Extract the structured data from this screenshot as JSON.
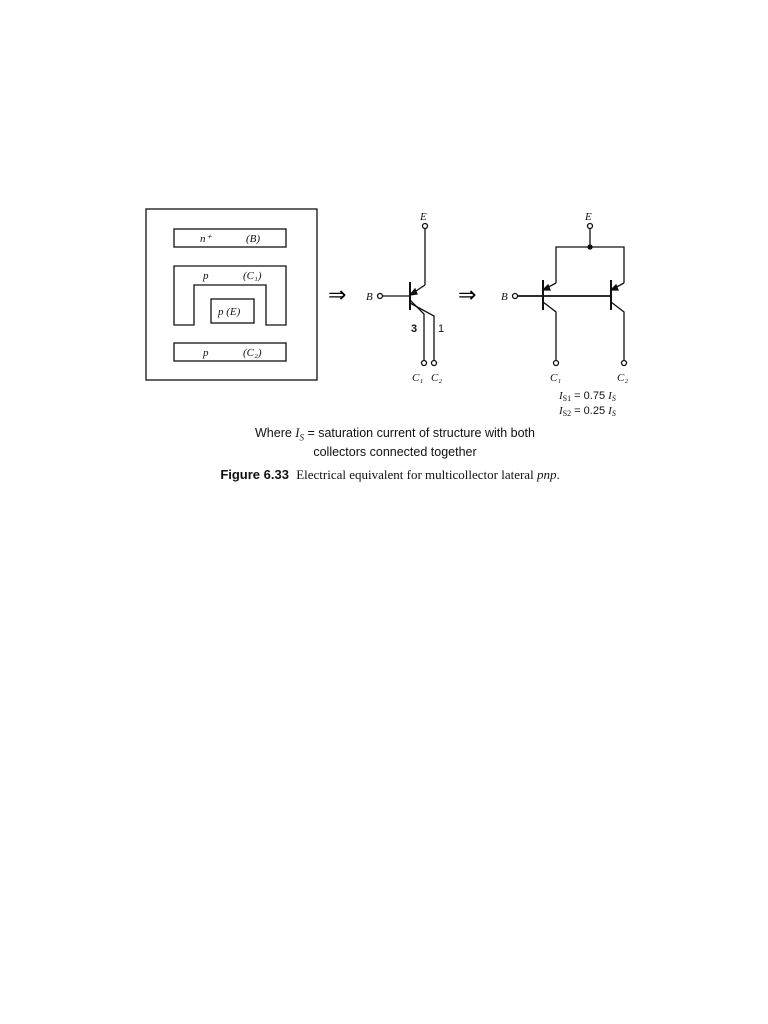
{
  "layout_diagram": {
    "n_plus": "n⁺",
    "base_label": "(B)",
    "c1_region_type": "p",
    "c1_label": "(C₁)",
    "center_label": "p (E)",
    "c2_region_type": "p",
    "c2_label": "(C₂)"
  },
  "arrow_symbol": "⇒",
  "single_transistor": {
    "emitter": "E",
    "base": "B",
    "collector1": "C₁",
    "collector2": "C₂",
    "ratio1": "3",
    "ratio2": "1"
  },
  "dual_transistor": {
    "emitter": "E",
    "base": "B",
    "collector1": "C₁",
    "collector2": "C₂",
    "is1_equation": "I",
    "is1_sub": "S1",
    "is1_rhs": " = 0.75 ",
    "is1_I": "I",
    "is1_S": "S",
    "is2_equation": "I",
    "is2_sub": "S2",
    "is2_rhs": " = 0.25 ",
    "is2_I": "I",
    "is2_S": "S"
  },
  "note": {
    "prefix": "Where ",
    "is_I": "I",
    "is_S": "S",
    "line1_rest": " = saturation current of structure with both",
    "line2": "collectors connected together"
  },
  "caption": {
    "number": "Figure 6.33",
    "text": "Electrical equivalent for multicollector lateral ",
    "italic": "pnp",
    "end": "."
  }
}
